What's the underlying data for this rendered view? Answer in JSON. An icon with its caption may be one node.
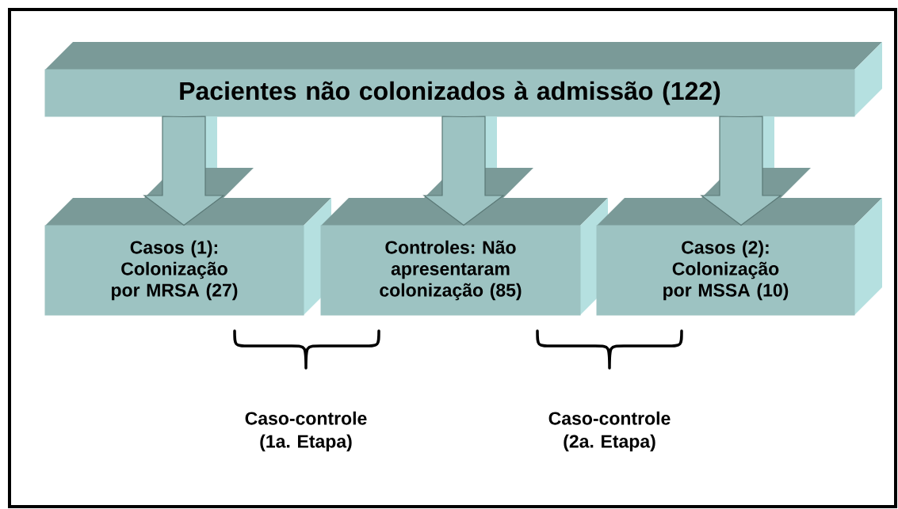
{
  "diagram": {
    "nodes": [
      {
        "text": [
          "Pacientes não colonizados à admissão (122)"
        ]
      },
      {
        "text": [
          "Casos (1): Colonização por MRSA (27)"
        ]
      },
      {
        "text": [
          "Controles: Não apresentaram colonização (85)"
        ]
      },
      {
        "text": [
          "Casos (2): Colonização por MSSA (10)"
        ]
      }
    ],
    "edges": [
      {
        "from": 0,
        "to": 1,
        "arrow": "to"
      },
      {
        "from": 0,
        "to": 2,
        "arrow": "to"
      },
      {
        "from": 0,
        "to": 3,
        "arrow": "to"
      }
    ],
    "labels": [
      "Caso-controle (1a. Etapa)",
      "Caso-controle (2a. Etapa)"
    ]
  }
}
